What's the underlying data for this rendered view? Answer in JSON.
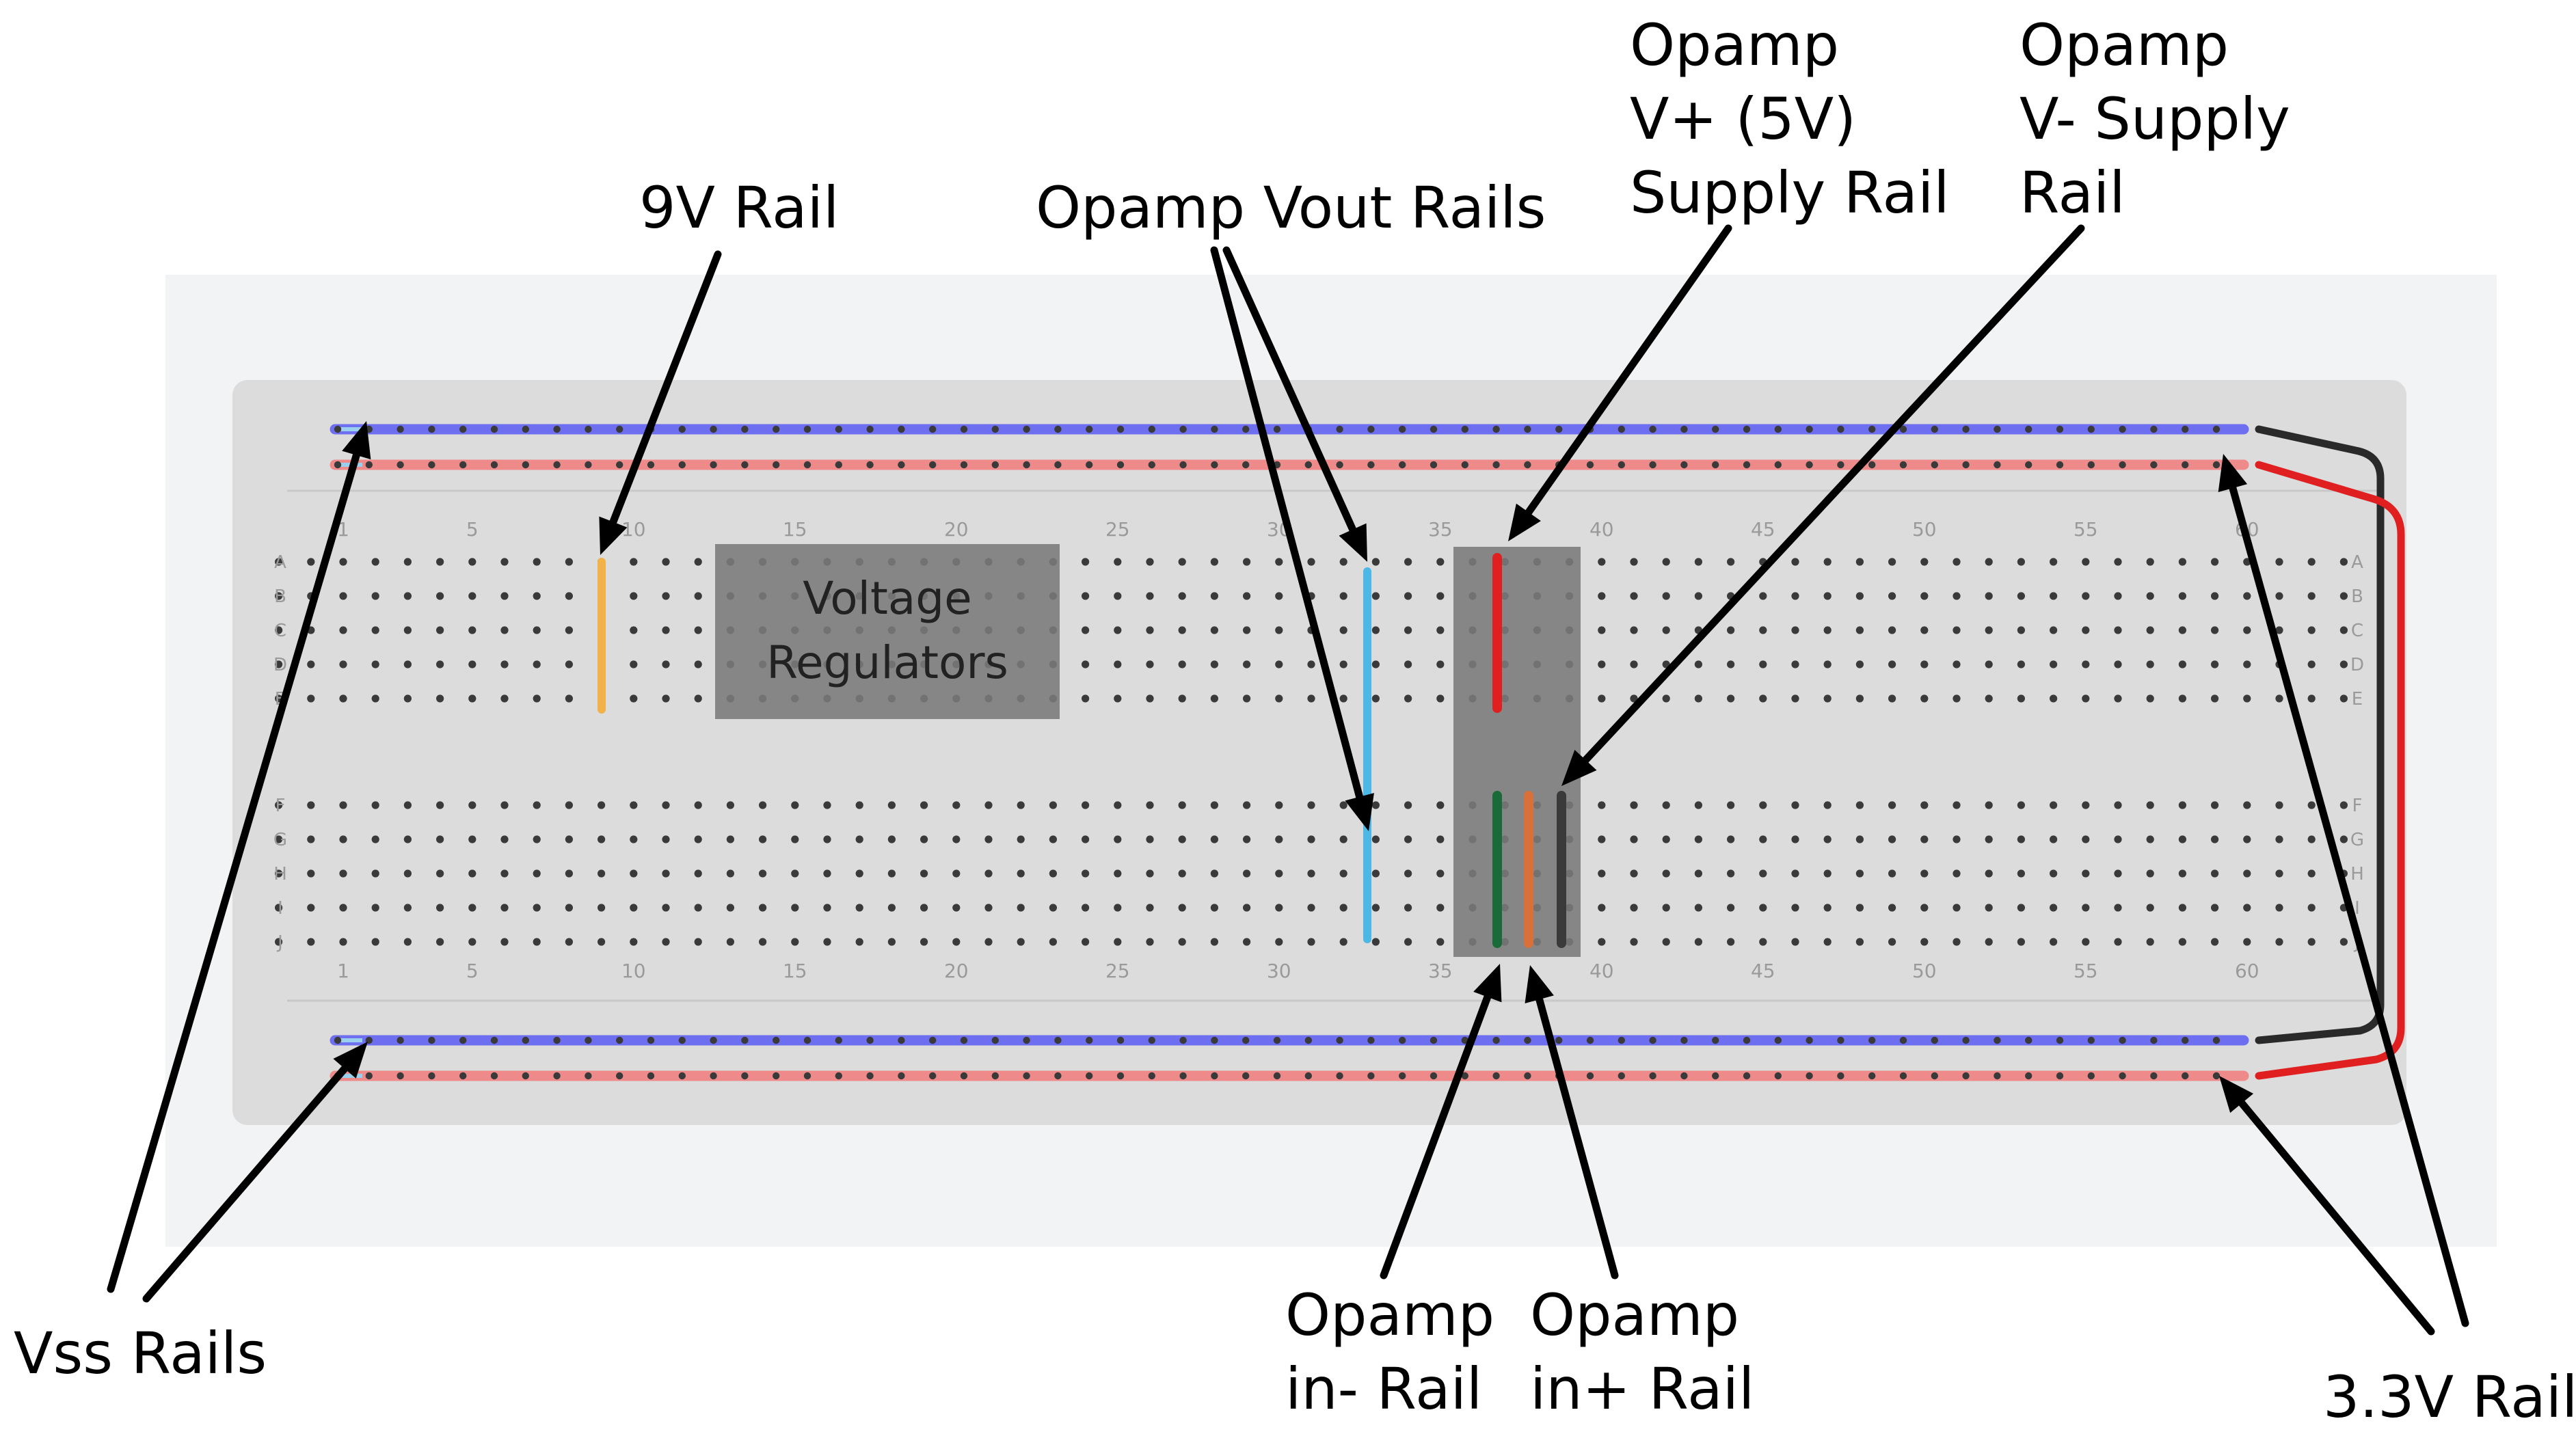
{
  "labels": {
    "rail_9v": "9V Rail",
    "opamp_vout": "Opamp Vout Rails",
    "opamp_vplus": "Opamp\nV+ (5V)\nSupply Rail",
    "opamp_vminus": "Opamp\nV- Supply\nRail",
    "vss": "Vss Rails",
    "opamp_in_minus": "Opamp\nin- Rail",
    "opamp_in_plus": "Opamp\nin+ Rail",
    "rails_3v3": "3.3V Rails",
    "voltage_regulators": "Voltage\nRegulators"
  },
  "breadboard": {
    "row_letters_top": [
      "A",
      "B",
      "C",
      "D",
      "E"
    ],
    "row_letters_bottom": [
      "F",
      "G",
      "H",
      "I",
      "J"
    ],
    "column_numbers": [
      "1",
      "5",
      "10",
      "15",
      "20",
      "25",
      "30",
      "35",
      "40",
      "45",
      "50",
      "55",
      "60"
    ]
  },
  "colors": {
    "page_background": "#ffffff",
    "outer_panel": "#f2f3f4",
    "board": "#dcdcdc",
    "rail_blue": "#6e6ef0",
    "rail_red": "#ee8a8a",
    "hole": "#3a3a3a",
    "overlay_gray": "#7a7a7a",
    "wire_orange": "#f2b24a",
    "wire_cyan": "#4db8e6",
    "wire_red": "#e02020",
    "wire_green": "#1b6b3a",
    "wire_copper": "#d9703a",
    "wire_dark": "#3a3a3a",
    "jumper_black": "#2a2a2a",
    "jumper_red": "#e02020"
  }
}
